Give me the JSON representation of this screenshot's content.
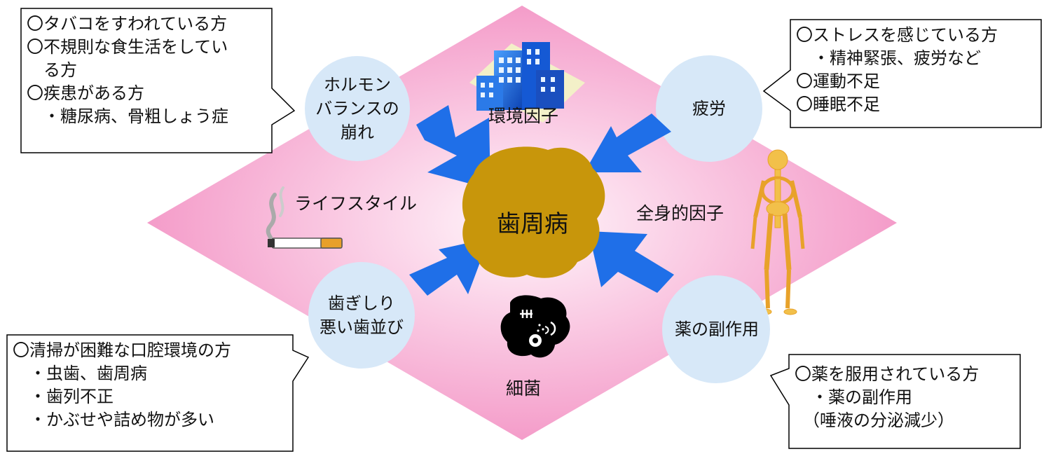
{
  "center": {
    "label": "歯周病"
  },
  "factors": {
    "environment": "環境因子",
    "lifestyle": "ライフスタイル",
    "systemic": "全身的因子",
    "bacteria": "細菌"
  },
  "causes": {
    "hormone": [
      "ホルモン",
      "バランスの",
      "崩れ"
    ],
    "fatigue": [
      "疲労"
    ],
    "bruxism": [
      "歯ぎしり",
      "悪い歯並び"
    ],
    "side_effect": [
      "薬の副作用"
    ]
  },
  "callouts": {
    "top_left": [
      "〇タバコをすわれている方",
      "〇不規則な食生活をしてい",
      "　る方",
      "〇疾患がある方",
      "　・糖尿病、骨粗しょう症"
    ],
    "top_right": [
      "〇ストレスを感じている方",
      "　・精神緊張、疲労など",
      "〇運動不足",
      "〇睡眠不足"
    ],
    "bottom_left": [
      "〇清掃が困難な口腔環境の方",
      "　・虫歯、歯周病",
      "　・歯列不正",
      "　・かぶせや詰め物が多い"
    ],
    "bottom_right": [
      "〇薬を服用されている方",
      "　・薬の副作用",
      "　（唾液の分泌減少）"
    ]
  },
  "colors": {
    "diamond": "#f49ac8",
    "diamond_center": "#fff4fa",
    "circle": "#d7e8f8",
    "arrow": "#1f6fe8",
    "blob": "#c8960b"
  },
  "icons": [
    "building-icon",
    "cigarette-icon",
    "skeleton-icon",
    "bacteria-icon"
  ]
}
